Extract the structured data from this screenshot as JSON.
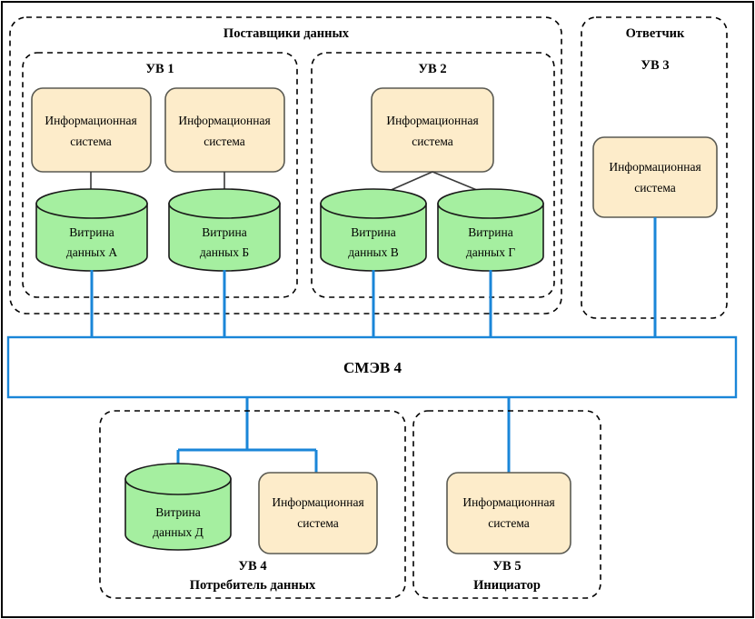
{
  "diagram": {
    "title_internal": "Схема взаимодействия витрин данных через СМЭВ 4",
    "colors": {
      "node_fill": "#fdecca",
      "node_stroke": "#5a5a52",
      "store_fill": "#a5efa0",
      "store_stroke": "#1a1a1a",
      "bus_stroke": "#1a86d8",
      "link_blue": "#1a86d8",
      "link_dark": "#3a3a3a",
      "frame_stroke": "#000000"
    },
    "groups": {
      "providers": {
        "label": "Поставщики данных"
      },
      "uv1": {
        "label": "УВ 1"
      },
      "uv2": {
        "label": "УВ 2"
      },
      "responder": {
        "label": "Ответчик"
      },
      "uv3": {
        "label": "УВ 3"
      },
      "uv4": {
        "label_line1": "УВ 4",
        "label_line2": "Потребитель данных"
      },
      "uv5": {
        "label_line1": "УВ 5",
        "label_line2": "Инициатор"
      }
    },
    "bus": {
      "label": "СМЭВ 4"
    },
    "systems": [
      {
        "id": "is-uv1-a",
        "line1": "Информационная",
        "line2": "система"
      },
      {
        "id": "is-uv1-b",
        "line1": "Информационная",
        "line2": "система"
      },
      {
        "id": "is-uv2",
        "line1": "Информационная",
        "line2": "система"
      },
      {
        "id": "is-uv3",
        "line1": "Информационная",
        "line2": "система"
      },
      {
        "id": "is-uv4",
        "line1": "Информационная",
        "line2": "система"
      },
      {
        "id": "is-uv5",
        "line1": "Информационная",
        "line2": "система"
      }
    ],
    "datamarts": [
      {
        "id": "dm-a",
        "line1": "Витрина",
        "line2": "данных А"
      },
      {
        "id": "dm-b",
        "line1": "Витрина",
        "line2": "данных Б"
      },
      {
        "id": "dm-v",
        "line1": "Витрина",
        "line2": "данных В"
      },
      {
        "id": "dm-g",
        "line1": "Витрина",
        "line2": "данных Г"
      },
      {
        "id": "dm-d",
        "line1": "Витрина",
        "line2": "данных Д"
      }
    ]
  }
}
